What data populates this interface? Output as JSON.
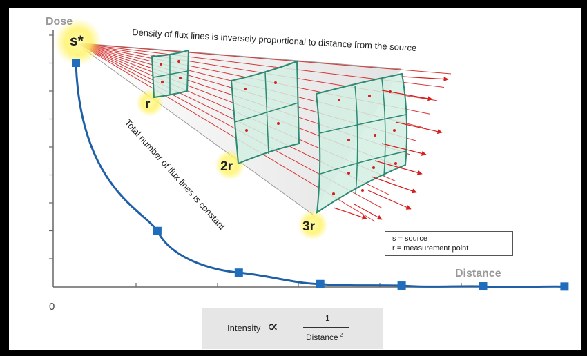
{
  "labels": {
    "y_axis": "Dose",
    "x_axis": "Distance",
    "origin": "0",
    "source": "s*",
    "density_caption": "Density of flux lines is inversely proportional to distance from the source",
    "total_caption": "Total number of flux lines is constant",
    "r1": "r",
    "r2": "2r",
    "r3": "3r"
  },
  "legend": {
    "line1": "s = source",
    "line2": "r = measurement point"
  },
  "formula": {
    "label": "Intensity",
    "symbol": "∝",
    "numerator": "1",
    "denominator": "Distance",
    "exponent": "2"
  },
  "colors": {
    "curve": "#1f5fa6",
    "marker": "#1f6dbb",
    "flux_line": "#d42020",
    "panel_fill": "#d4efe3",
    "panel_edge": "#2a8a72",
    "glow": "#fff36a",
    "axis_label": "#999999"
  },
  "chart_data": {
    "type": "line",
    "x": [
      1,
      2,
      3,
      4,
      5,
      6,
      7
    ],
    "y": [
      1.0,
      0.25,
      0.064,
      0.013,
      0.006,
      0.003,
      0.002
    ]
  }
}
